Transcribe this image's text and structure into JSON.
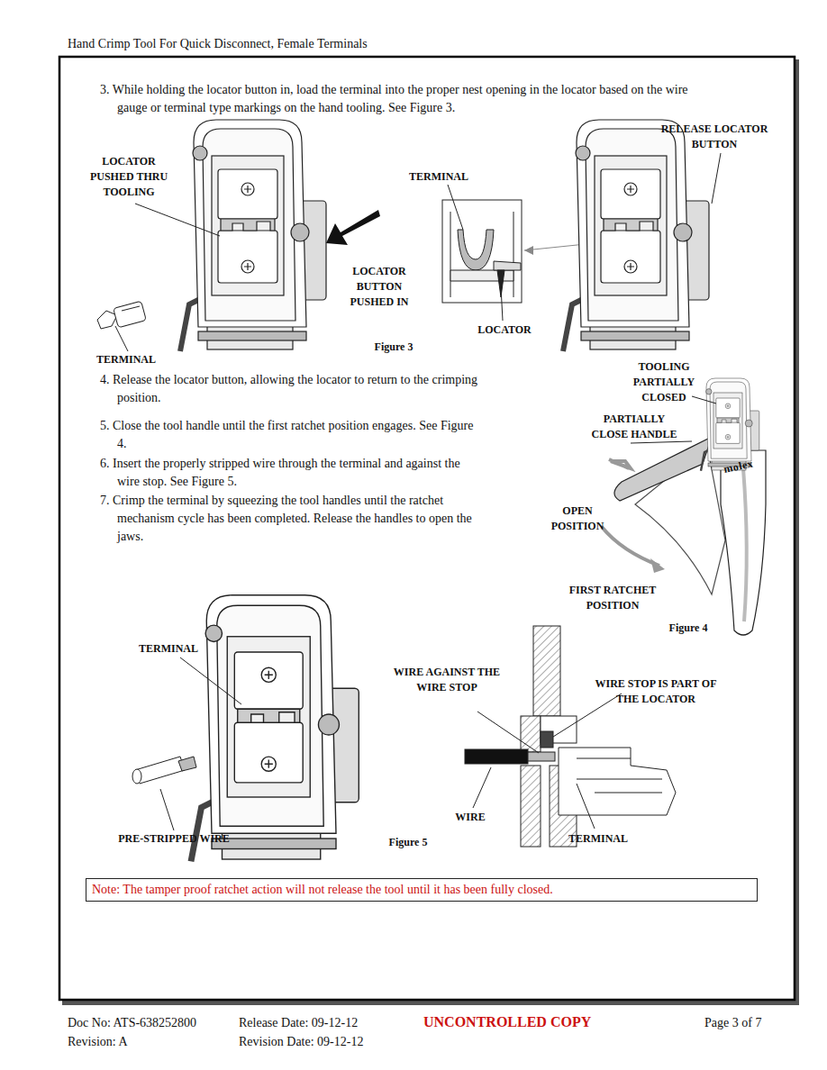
{
  "diagram": {
    "title": "Hand Crimp Tool For Quick Disconnect, Female Terminals",
    "nodes": [
      {
        "text": [
          "Note: The tamper proof ratchet action will not release the tool until it has been fully closed."
        ]
      }
    ],
    "labels": [
      "3. While holding the locator button in, load the terminal into the proper nest opening in the locator based on the wire gauge or terminal type markings on the hand tooling.  See Figure 3.",
      "LOCATOR PUSHED THRU TOOLING",
      "TERMINAL",
      "LOCATOR BUTTON PUSHED IN",
      "TERMINAL",
      "RELEASE LOCATOR BUTTON",
      "LOCATOR",
      "Figure 3",
      "4. Release the locator button, allowing the locator to return to the crimping position.",
      "5. Close the tool handle until the first ratchet position engages.  See Figure 4.",
      "6. Insert the properly stripped wire through the terminal and against the wire stop.  See Figure 5.",
      "7. Crimp the terminal by squeezing the tool handles until the ratchet mechanism cycle has been completed.  Release the handles to open the jaws.",
      "TOOLING PARTIALLY CLOSED",
      "PARTIALLY CLOSE HANDLE",
      "molex",
      "OPEN POSITION",
      "FIRST RATCHET POSITION",
      "Figure 4",
      "TERMINAL",
      "PRE-STRIPPED WIRE",
      "Figure 5",
      "WIRE AGAINST THE WIRE STOP",
      "WIRE STOP IS PART OF THE LOCATOR",
      "WIRE",
      "TERMINAL",
      "Doc No: ATS-638252800",
      "Revision: A",
      "Release Date: 09-12-12",
      "Revision Date: 09-12-12",
      "UNCONTROLLED COPY",
      "Page 3 of 7"
    ]
  }
}
